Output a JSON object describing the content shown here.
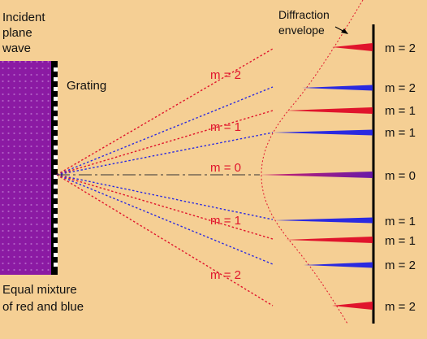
{
  "labels": {
    "incident_line1": "Incident",
    "incident_line2": "plane",
    "incident_line3": "wave",
    "grating": "Grating",
    "mixture_line1": "Equal mixture",
    "mixture_line2": "of red and blue",
    "diffraction_line1": "Diffraction",
    "diffraction_line2": "envelope"
  },
  "ray_labels": {
    "upper_m2": "m = 2",
    "upper_m1": "m = 1",
    "center_m0": "m = 0",
    "lower_m1": "m = 1",
    "lower_m2": "m = 2"
  },
  "screen_labels": {
    "red_top_m2": "m = 2",
    "blue_top_m2": "m = 2",
    "red_top_m1": "m = 1",
    "blue_top_m1": "m = 1",
    "center_m0": "m = 0",
    "blue_bottom_m1": "m = 1",
    "red_bottom_m1": "m = 1",
    "blue_bottom_m2": "m = 2",
    "red_bottom_m2": "m = 2"
  },
  "colors": {
    "background": "#f5cf94",
    "red": "#e0142c",
    "blue": "#2a2ae0",
    "purple": "#8a1496",
    "wave": "#8b1aa3",
    "grating": "#000000"
  }
}
